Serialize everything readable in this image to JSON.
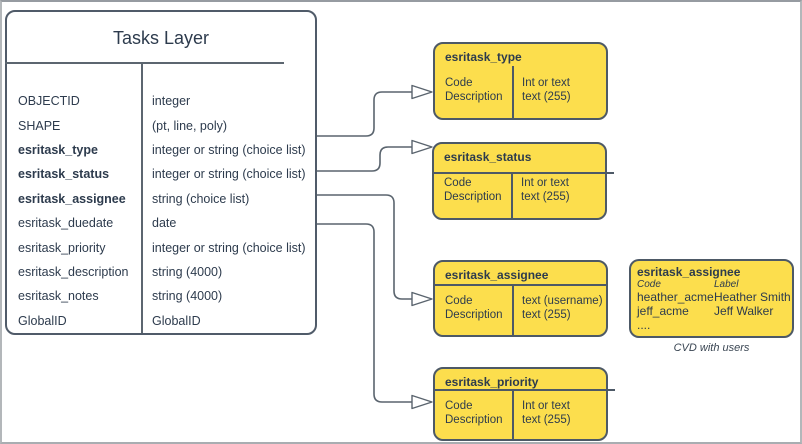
{
  "main_table": {
    "title": "Tasks Layer",
    "rows": [
      {
        "name": "OBJECTID",
        "type": "integer",
        "bold": false
      },
      {
        "name": "SHAPE",
        "type": "(pt, line, poly)",
        "bold": false
      },
      {
        "name": "esritask_type",
        "type": "integer or string (choice list)",
        "bold": true
      },
      {
        "name": "esritask_status",
        "type": "integer or string (choice list)",
        "bold": true
      },
      {
        "name": "esritask_assignee",
        "type": "string (choice list)",
        "bold": true
      },
      {
        "name": "esritask_duedate",
        "type": "date",
        "bold": false
      },
      {
        "name": "esritask_priority",
        "type": "integer or string (choice list)",
        "bold": false
      },
      {
        "name": "esritask_description",
        "type": "string (4000)",
        "bold": false
      },
      {
        "name": "esritask_notes",
        "type": "string (4000)",
        "bold": false
      },
      {
        "name": "GlobalID",
        "type": "GlobalID",
        "bold": false
      }
    ]
  },
  "domain_boxes": [
    {
      "title": "esritask_type",
      "left": "Code\nDescription",
      "right": "Int or text\ntext (255)"
    },
    {
      "title": "esritask_status",
      "left": "Code\nDescription",
      "right": "Int or text\ntext (255)"
    },
    {
      "title": "esritask_assignee",
      "left": "Code\nDescription",
      "right": "text  (username)\ntext (255)"
    },
    {
      "title": "esritask_priority",
      "left": "Code\nDescription",
      "right": "Int or text\ntext (255)"
    }
  ],
  "cvd_box": {
    "title": "esritask_assignee",
    "col_headers": [
      "Code",
      "Label"
    ],
    "rows": [
      [
        "heather_acme",
        "Heather Smith"
      ],
      [
        "jeff_acme",
        "Jeff Walker"
      ]
    ],
    "ellipsis": "....",
    "caption": "CVD with users"
  },
  "colors": {
    "domain_fill": "#fcde4d",
    "stroke": "#4d5966",
    "text": "#2d3b4d",
    "connector": "#5a646e"
  }
}
